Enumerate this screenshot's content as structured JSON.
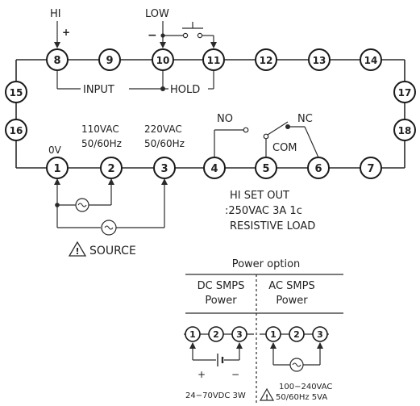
{
  "labels": {
    "hi": "HI",
    "low": "LOW",
    "plus": "+",
    "minus": "−",
    "input": "INPUT",
    "hold": "HOLD",
    "no": "NO",
    "nc": "NC",
    "com": "COM",
    "v0": "0V",
    "v110": "110VAC",
    "v110_hz": "50/60Hz",
    "v220": "220VAC",
    "v220_hz": "50/60Hz",
    "hi_set_out": "HI SET OUT",
    "rating": ":250VAC 3A 1c",
    "resistive": "RESISTIVE LOAD",
    "source": "SOURCE",
    "warning_symbol": "!"
  },
  "terminals": {
    "t1": "1",
    "t2": "2",
    "t3": "3",
    "t4": "4",
    "t5": "5",
    "t6": "6",
    "t7": "7",
    "t8": "8",
    "t9": "9",
    "t10": "10",
    "t11": "11",
    "t12": "12",
    "t13": "13",
    "t14": "14",
    "t15": "15",
    "t16": "16",
    "t17": "17",
    "t18": "18"
  },
  "power_option": {
    "title": "Power option",
    "dc_line1": "DC SMPS",
    "dc_line2": "Power",
    "ac_line1": "AC SMPS",
    "ac_line2": "Power",
    "dc_t1": "1",
    "dc_t2": "2",
    "dc_t3": "3",
    "ac_t1": "1",
    "ac_t2": "2",
    "ac_t3": "3",
    "dc_plus": "+",
    "dc_minus": "−",
    "dc_spec": "24−70VDC 3W",
    "ac_spec_line1": "100−240VAC",
    "ac_spec_line2": "50/60Hz 5VA"
  }
}
